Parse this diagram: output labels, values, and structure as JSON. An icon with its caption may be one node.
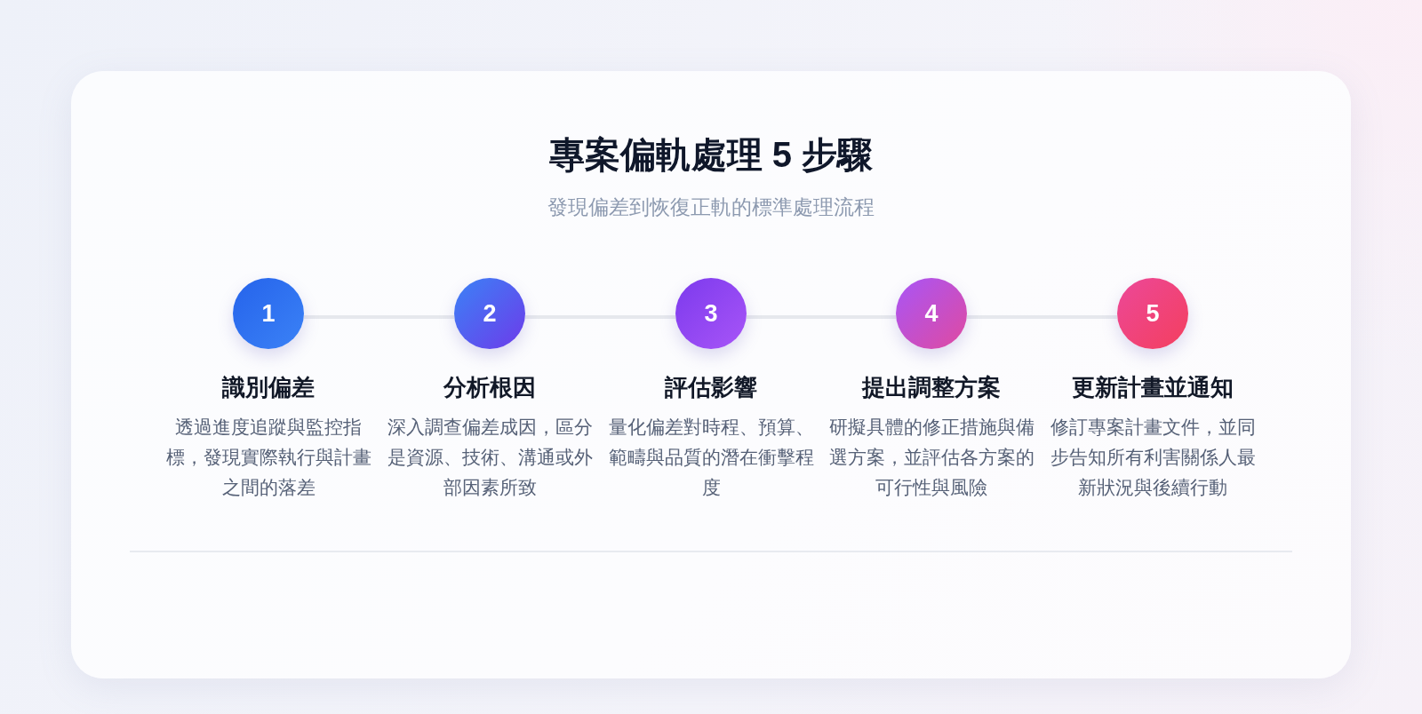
{
  "diagram": {
    "title": "專案偏軌處理 5 步驟",
    "nodes": [
      {
        "text": [
          "1"
        ],
        "beside": [
          "識別偏差",
          "透過進度追蹤與監控指標，發現實際執行與計畫之間的落差"
        ]
      },
      {
        "text": [
          "2"
        ],
        "beside": [
          "分析根因",
          "深入調查偏差成因，區分是資源、技術、溝通或外部因素所致"
        ]
      },
      {
        "text": [
          "3"
        ],
        "beside": [
          "評估影響",
          "量化偏差對時程、預算、範疇與品質的潛在衝擊程度"
        ]
      },
      {
        "text": [
          "4"
        ],
        "beside": [
          "提出調整方案",
          "研擬具體的修正措施與備選方案，並評估各方案的可行性與風險"
        ]
      },
      {
        "text": [
          "5"
        ],
        "beside": [
          "更新計畫並通知",
          "修訂專案計畫文件，並同步告知所有利害關係人最新狀況與後續行動"
        ]
      }
    ],
    "edges": [
      {
        "from": 0,
        "to": 1,
        "arrow": "none"
      },
      {
        "from": 1,
        "to": 2,
        "arrow": "none"
      },
      {
        "from": 2,
        "to": 3,
        "arrow": "none"
      },
      {
        "from": 3,
        "to": 4,
        "arrow": "none"
      }
    ],
    "labels": [
      "發現偏差到恢復正軌的標準處理流程"
    ]
  }
}
